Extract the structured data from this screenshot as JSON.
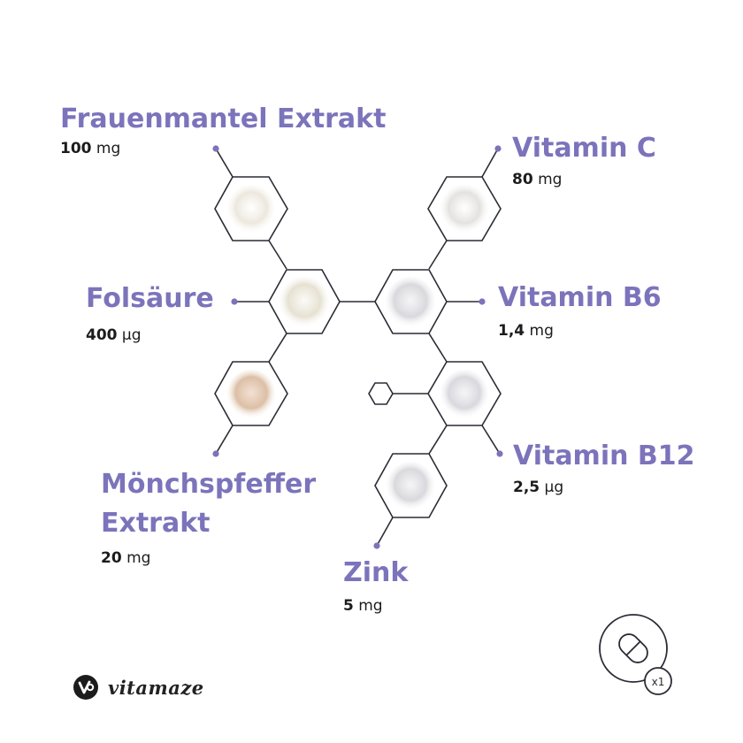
{
  "colors": {
    "accent": "#7b74bb",
    "line": "#2b2b35",
    "text": "#1c1c1c"
  },
  "ingredients": [
    {
      "name": "Frauenmantel Extrakt",
      "amount": "100",
      "unit": "mg",
      "powder": "#ece8dd"
    },
    {
      "name": "Folsäure",
      "amount": "400",
      "unit": "µg",
      "powder": "#e6e1d2"
    },
    {
      "name": "Mönchspfeffer Extrakt",
      "name_line1": "Mönchspfeffer",
      "name_line2": "Extrakt",
      "amount": "20",
      "unit": "mg",
      "powder": "#e3c9b4"
    },
    {
      "name": "Vitamin C",
      "amount": "80",
      "unit": "mg",
      "powder": "#e9e7e3"
    },
    {
      "name": "Vitamin B6",
      "amount": "1,4",
      "unit": "mg",
      "powder": "#e2e2e4"
    },
    {
      "name": "Vitamin B12",
      "amount": "2,5",
      "unit": "µg",
      "powder": "#e4e3e6"
    },
    {
      "name": "Zink",
      "amount": "5",
      "unit": "mg",
      "powder": "#e6e5e8"
    }
  ],
  "brand": {
    "name": "vitamaze",
    "logo": "vitamaze-logo-icon"
  },
  "capsule_badge": {
    "icon": "capsule-icon",
    "count": "x1"
  }
}
